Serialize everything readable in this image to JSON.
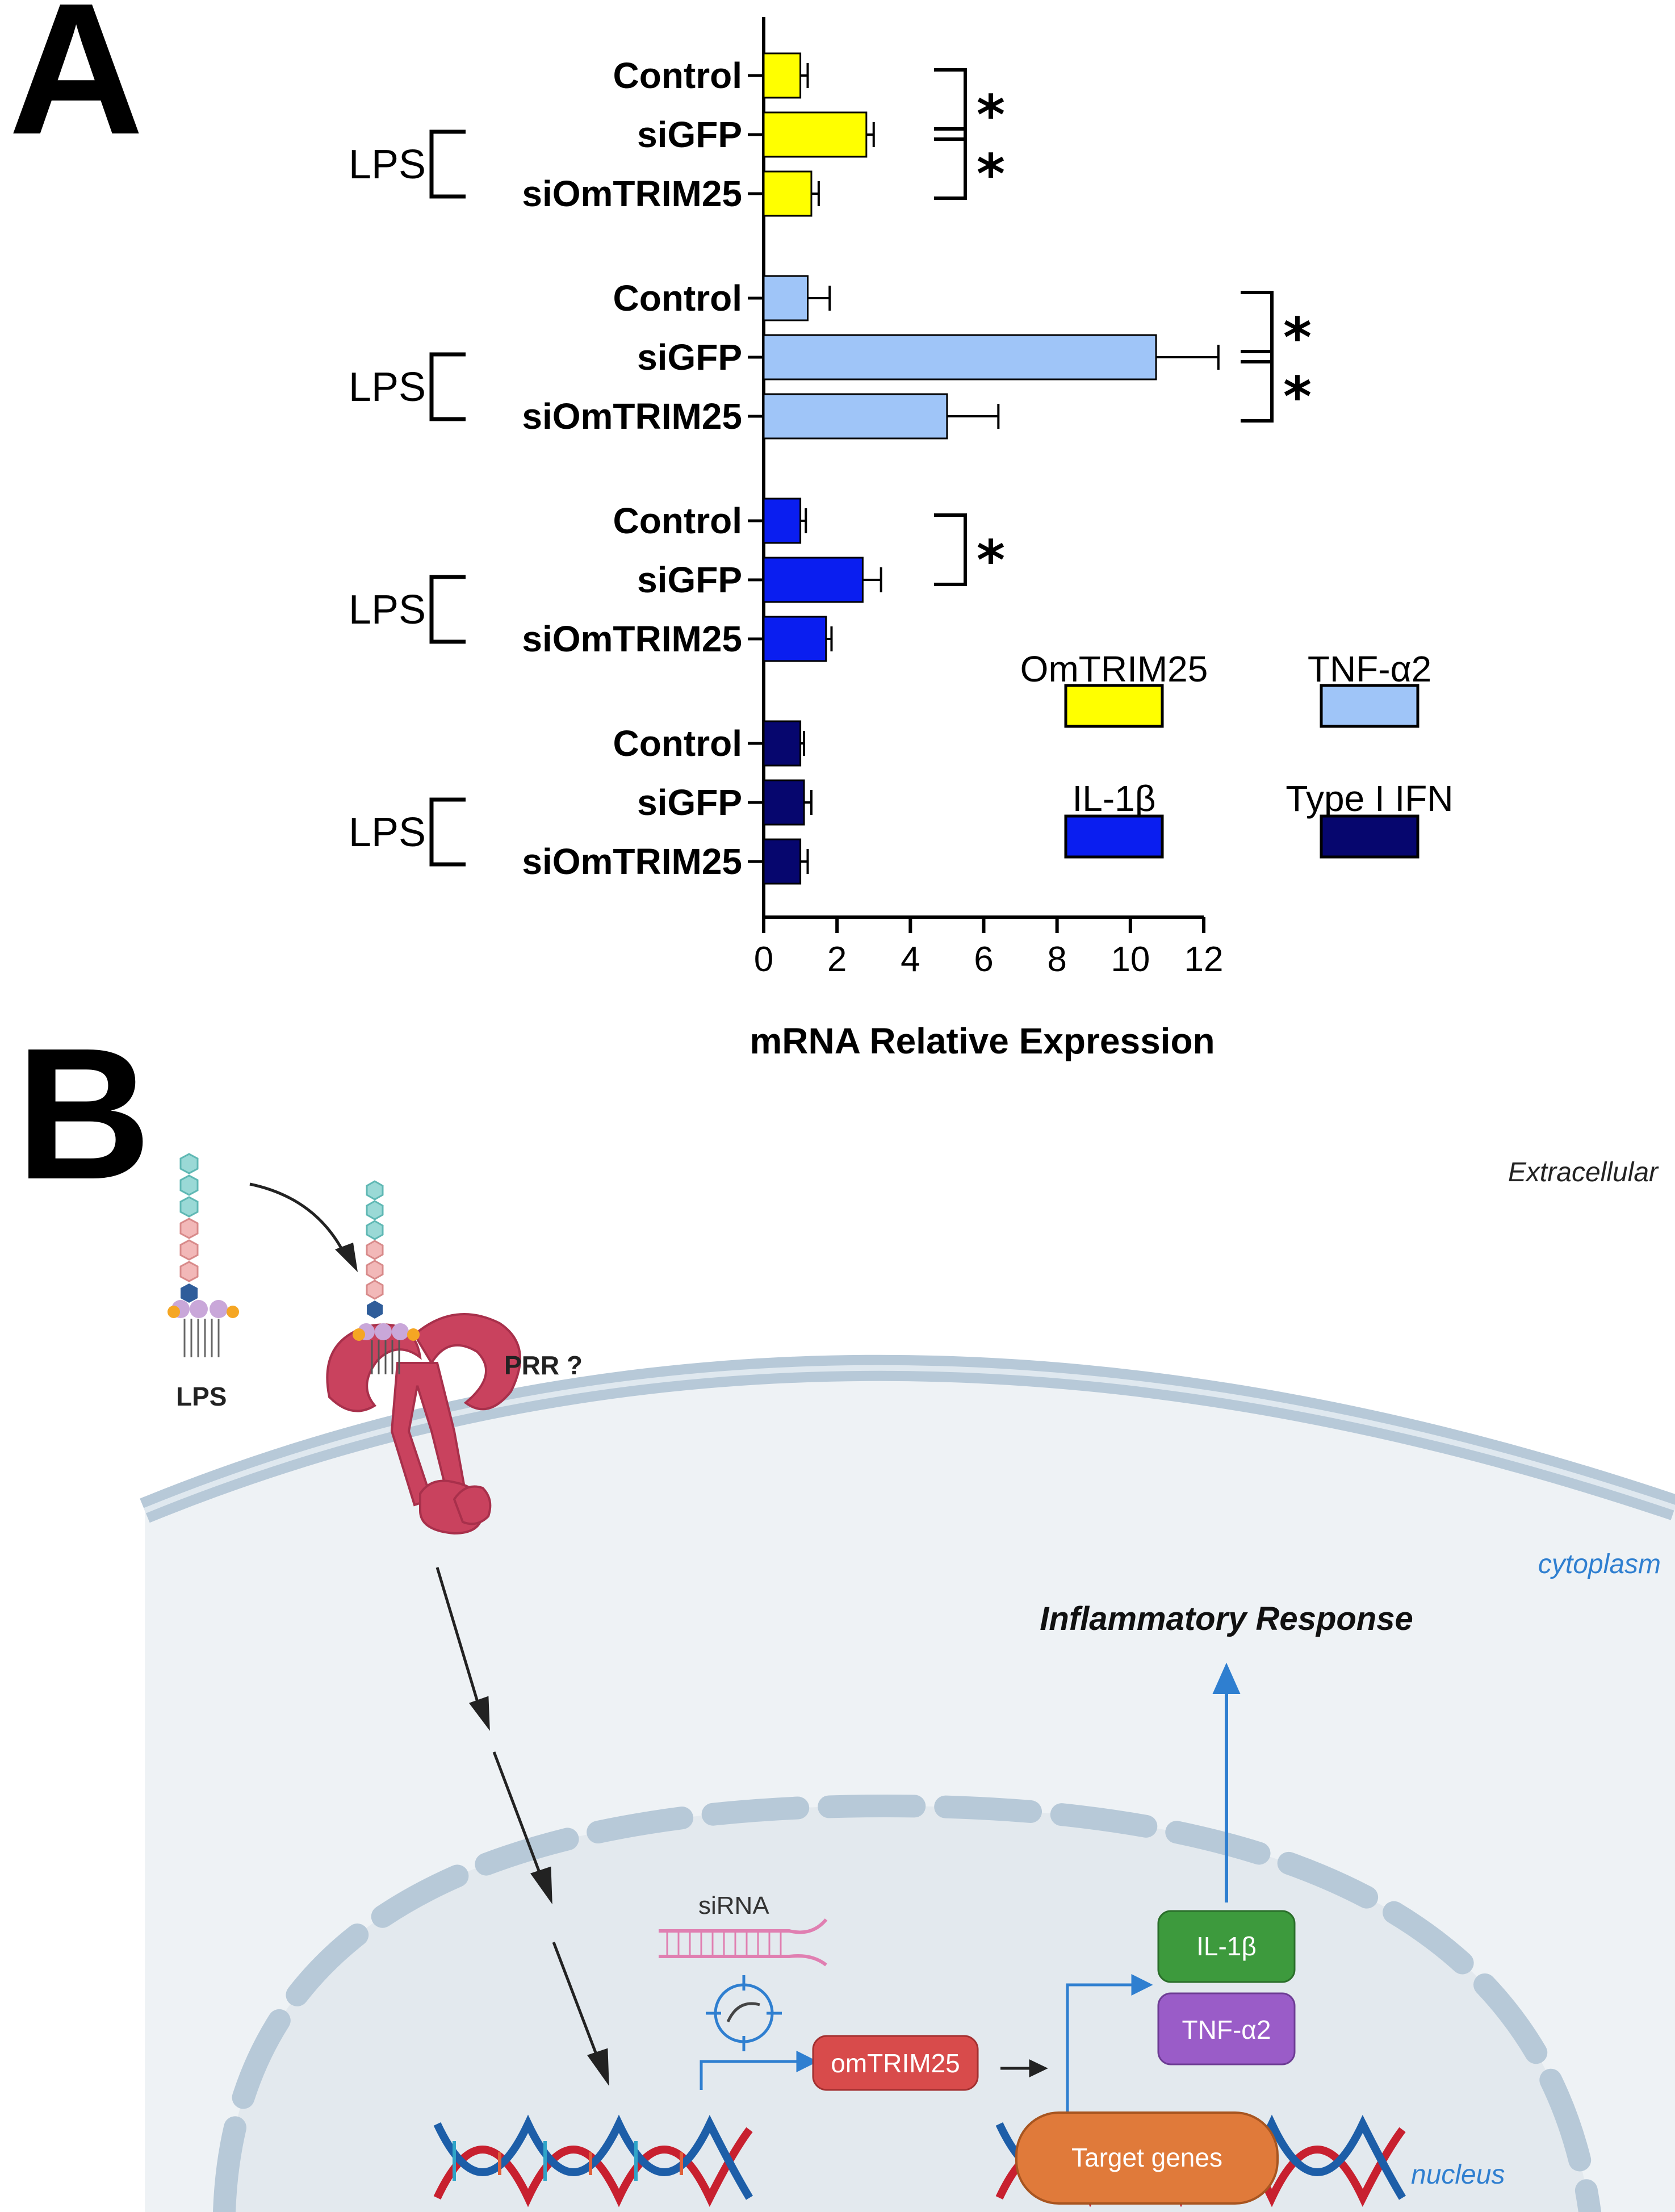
{
  "panel_a": {
    "letter": "A"
  },
  "panel_b": {
    "letter": "B"
  },
  "chart_data": {
    "type": "bar",
    "orientation": "horizontal",
    "xlabel": "mRNA Relative Expression",
    "xlim": [
      0,
      12
    ],
    "xticks": [
      "0",
      "2",
      "4",
      "6",
      "8",
      "10",
      "12"
    ],
    "bracket_label": "LPS",
    "significance_marker": "*",
    "groups": [
      {
        "series": "OmTRIM25",
        "color": "#ffff00",
        "bars": [
          {
            "label": "Control",
            "value": 1.0,
            "error": 0.2
          },
          {
            "label": "siGFP",
            "value": 2.8,
            "error": 0.2
          },
          {
            "label": "siOmTRIM25",
            "value": 1.3,
            "error": 0.2
          }
        ],
        "significance": [
          {
            "from": 0,
            "to": 1
          },
          {
            "from": 1,
            "to": 2
          }
        ]
      },
      {
        "series": "TNF-α2",
        "color": "#9fc5f8",
        "bars": [
          {
            "label": "Control",
            "value": 1.2,
            "error": 0.6
          },
          {
            "label": "siGFP",
            "value": 10.7,
            "error": 1.7
          },
          {
            "label": "siOmTRIM25",
            "value": 5.0,
            "error": 1.4
          }
        ],
        "significance": [
          {
            "from": 0,
            "to": 1
          },
          {
            "from": 1,
            "to": 2
          }
        ]
      },
      {
        "series": "IL-1β",
        "color": "#0a1ef0",
        "bars": [
          {
            "label": "Control",
            "value": 1.0,
            "error": 0.15
          },
          {
            "label": "siGFP",
            "value": 2.7,
            "error": 0.5
          },
          {
            "label": "siOmTRIM25",
            "value": 1.7,
            "error": 0.15
          }
        ],
        "significance": [
          {
            "from": 0,
            "to": 1
          }
        ]
      },
      {
        "series": "Type I IFN",
        "color": "#06066e",
        "bars": [
          {
            "label": "Control",
            "value": 1.0,
            "error": 0.1
          },
          {
            "label": "siGFP",
            "value": 1.1,
            "error": 0.2
          },
          {
            "label": "siOmTRIM25",
            "value": 1.0,
            "error": 0.2
          }
        ],
        "significance": []
      }
    ],
    "legend": [
      {
        "name": "OmTRIM25",
        "color": "#ffff00"
      },
      {
        "name": "TNF-α2",
        "color": "#9fc5f8"
      },
      {
        "name": "IL-1β",
        "color": "#0a1ef0"
      },
      {
        "name": "Type I IFN",
        "color": "#06066e"
      }
    ]
  },
  "diagram": {
    "extracellular": "Extracellular",
    "cytoplasm": "cytoplasm",
    "nucleus": "nucleus",
    "lps": "LPS",
    "prr": "PRR ?",
    "sirna": "siRNA",
    "inflammatory": "Inflammatory Response",
    "omtrim25": "omTRIM25",
    "il1b": "IL-1β",
    "tnfa2": "TNF-α2",
    "target_genes": "Target genes",
    "colors": {
      "membrane": "#b7c9d8",
      "cell_fill": "#eef2f5",
      "nucleus_fill": "#e6ebef",
      "receptor": "#c9425e",
      "omtrim_box": "#d84b4b",
      "il1b_box": "#3d9a3d",
      "tnfa2_box": "#9a5cc8",
      "target_box": "#e07a3a",
      "arrow_blue": "#2f7fd0",
      "dna_red": "#c8202f",
      "dna_blue": "#1d5ea8"
    }
  }
}
